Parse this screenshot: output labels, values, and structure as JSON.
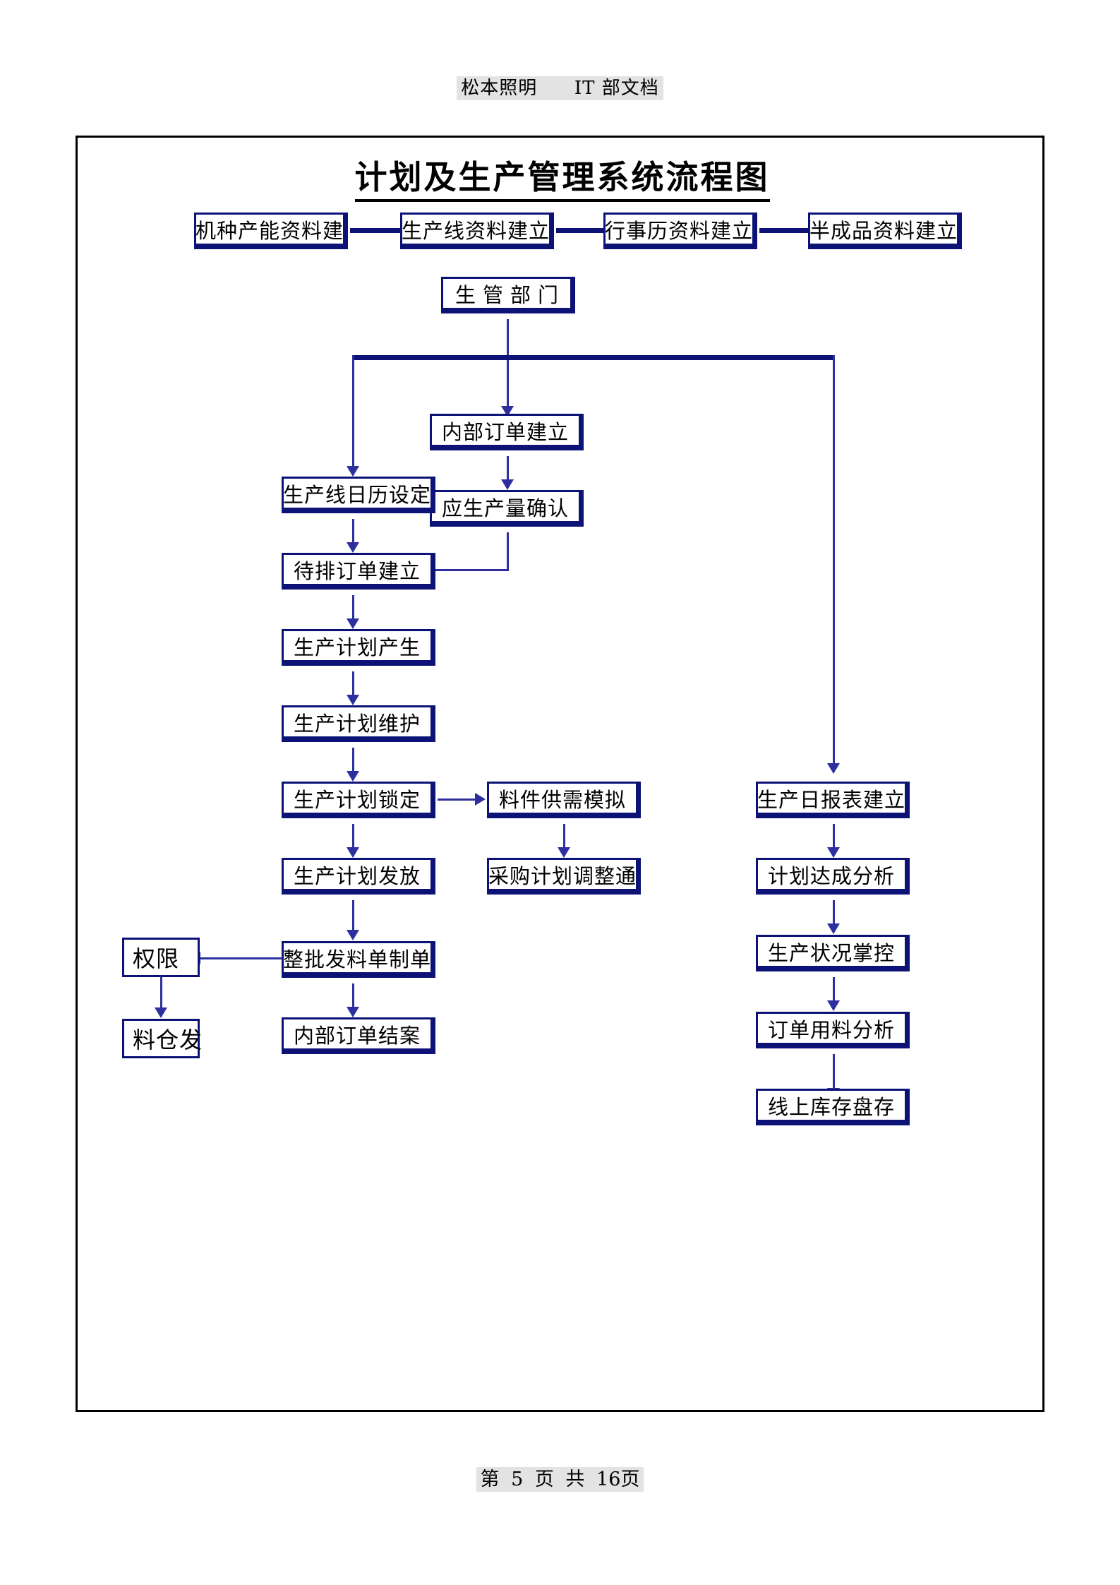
{
  "header": {
    "company": "松本照明",
    "department": "IT 部文档"
  },
  "footer": {
    "prefix": "第",
    "page": "5",
    "middle": "页",
    "total_prefix": "共",
    "total": "16页"
  },
  "diagram": {
    "title": "计划及生产管理系统流程图",
    "top_row": [
      {
        "id": "capacity-data",
        "label": "机种产能资料建"
      },
      {
        "id": "line-data",
        "label": "生产线资料建立"
      },
      {
        "id": "calendar-data",
        "label": "行事历资料建立"
      },
      {
        "id": "semi-finished-data",
        "label": "半成品资料建立"
      }
    ],
    "department_node": {
      "id": "production-dept",
      "label": "生管部门"
    },
    "center_column": [
      {
        "id": "internal-order-create",
        "label": "内部订单建立"
      },
      {
        "id": "planned-output-confirm",
        "label": "应生产量确认"
      }
    ],
    "left_column": [
      {
        "id": "line-calendar-setup",
        "label": "生产线日历设定"
      },
      {
        "id": "pending-order-create",
        "label": "待排订单建立"
      },
      {
        "id": "plan-generate",
        "label": "生产计划产生"
      },
      {
        "id": "plan-maintain",
        "label": "生产计划维护"
      },
      {
        "id": "plan-lock",
        "label": "生产计划锁定"
      },
      {
        "id": "plan-release",
        "label": "生产计划发放"
      },
      {
        "id": "batch-issue-note",
        "label": "整批发料单制单"
      },
      {
        "id": "internal-order-close",
        "label": "内部订单结案"
      }
    ],
    "middle_branch": [
      {
        "id": "material-supply-sim",
        "label": "料件供需模拟"
      },
      {
        "id": "purchase-plan-adjust",
        "label": "采购计划调整通"
      }
    ],
    "right_column": [
      {
        "id": "daily-report-create",
        "label": "生产日报表建立"
      },
      {
        "id": "plan-achievement-analysis",
        "label": "计划达成分析"
      },
      {
        "id": "production-status-control",
        "label": "生产状况掌控"
      },
      {
        "id": "order-material-analysis",
        "label": "订单用料分析"
      },
      {
        "id": "online-stock-count",
        "label": "线上库存盘存"
      }
    ],
    "side_nodes": [
      {
        "id": "authority",
        "label": "权限"
      },
      {
        "id": "warehouse-issue",
        "label": "料仓发"
      }
    ],
    "colors": {
      "box_border": "#0d1277",
      "connector": "#2d2f9e",
      "frame": "#000000",
      "highlight": "#e3e3e3"
    }
  }
}
